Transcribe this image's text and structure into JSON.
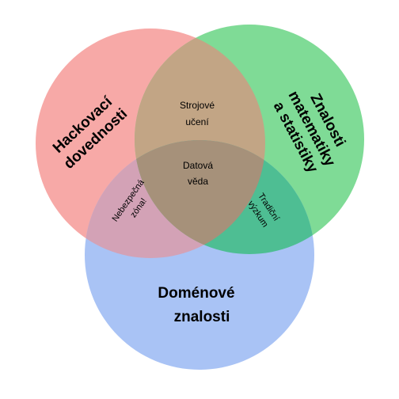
{
  "colors": {
    "hacking": "#f7a9a7",
    "math_stats": "#7fdb96",
    "domain": "#a9c3f5",
    "machine_learning": "#c2a585",
    "data_science": "#a6917a",
    "danger_zone": "#d3a2b6",
    "traditional_research": "#4ebe93"
  },
  "sets": {
    "hacking": {
      "line1": "Hackovací",
      "line2": "dovednosti"
    },
    "math_stats": {
      "line1": "Znalosti",
      "line2": "matematiky",
      "line3": "a statistiky"
    },
    "domain": {
      "line1": "Doménové",
      "line2": "znalosti"
    }
  },
  "intersections": {
    "machine_learning": {
      "line1": "Strojové",
      "line2": "učení"
    },
    "data_science": {
      "line1": "Datová",
      "line2": "věda"
    },
    "danger_zone": {
      "line1": "Nebezpečná",
      "line2": "zóna!"
    },
    "traditional_research": {
      "line1": "Tradiční",
      "line2": "výzkum"
    }
  }
}
